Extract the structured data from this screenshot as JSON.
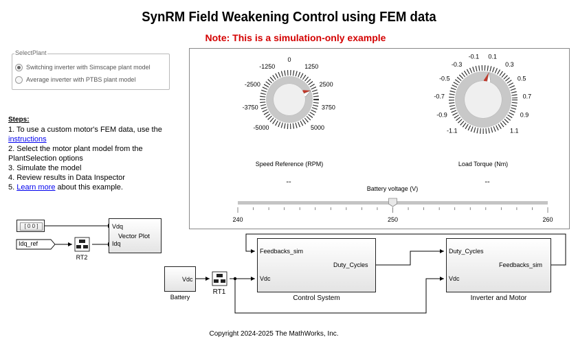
{
  "title": "SynRM Field Weakening Control using FEM data",
  "note": "Note: This is a simulation-only example",
  "select_plant": {
    "label": "SelectPlant",
    "options": [
      {
        "label": "Switching inverter with Simscape plant model",
        "selected": true
      },
      {
        "label": "Average inverter with PTBS plant model",
        "selected": false
      }
    ]
  },
  "steps": {
    "heading": "Steps:",
    "step1_text": "1. To use a custom motor's FEM data, use the",
    "step1_link": "instructions",
    "step2_a": "2. Select the motor plant model from the",
    "step2_b": "PlantSelection options",
    "step3": "3. Simulate the model",
    "step4": "4. Review results in Data Inspector",
    "step5_prefix": "5. ",
    "step5_link": "Learn more",
    "step5_suffix": " about this example."
  },
  "speed_knob": {
    "label": "Speed Reference (RPM)",
    "ticks": [
      "-5000",
      "-3750",
      "-2500",
      "-1250",
      "0",
      "1250",
      "2500",
      "3750",
      "5000"
    ],
    "value_text": "--",
    "min": -5000,
    "max": 5000,
    "value": 2500
  },
  "torque_knob": {
    "label": "Load Torque (Nm)",
    "ticks": [
      "-1.1",
      "-0.9",
      "-0.7",
      "-0.5",
      "-0.3",
      "-0.1",
      "0.1",
      "0.3",
      "0.5",
      "0.7",
      "0.9",
      "1.1"
    ],
    "value_text": "--",
    "min": -1.1,
    "max": 1.1,
    "value": 0.1
  },
  "battery_slider": {
    "label": "Battery voltage (V)",
    "ticks": [
      "240",
      "250",
      "260"
    ],
    "min": 240,
    "max": 260,
    "value": 250
  },
  "blocks": {
    "constant_value": "[ 0  0 ]",
    "idq_ref": "Idq_ref",
    "vector_plot": {
      "name": "Vector Plot",
      "in1": "Vdq",
      "in2": "Idq"
    },
    "rt2": "RT2",
    "rt1": "RT1",
    "battery": {
      "name": "Battery",
      "out": "Vdc"
    },
    "control": {
      "name": "Control System",
      "in1": "Feedbacks_sim",
      "in2": "Vdc",
      "out": "Duty_Cycles"
    },
    "inverter": {
      "name": "Inverter and Motor",
      "in1": "Duty_Cycles",
      "in2": "Vdc",
      "out": "Feedbacks_sim"
    }
  },
  "colors": {
    "note": "#d40000",
    "needle": "#c0392b",
    "link": "#0000ee"
  },
  "copyright": "Copyright 2024-2025 The MathWorks, Inc."
}
